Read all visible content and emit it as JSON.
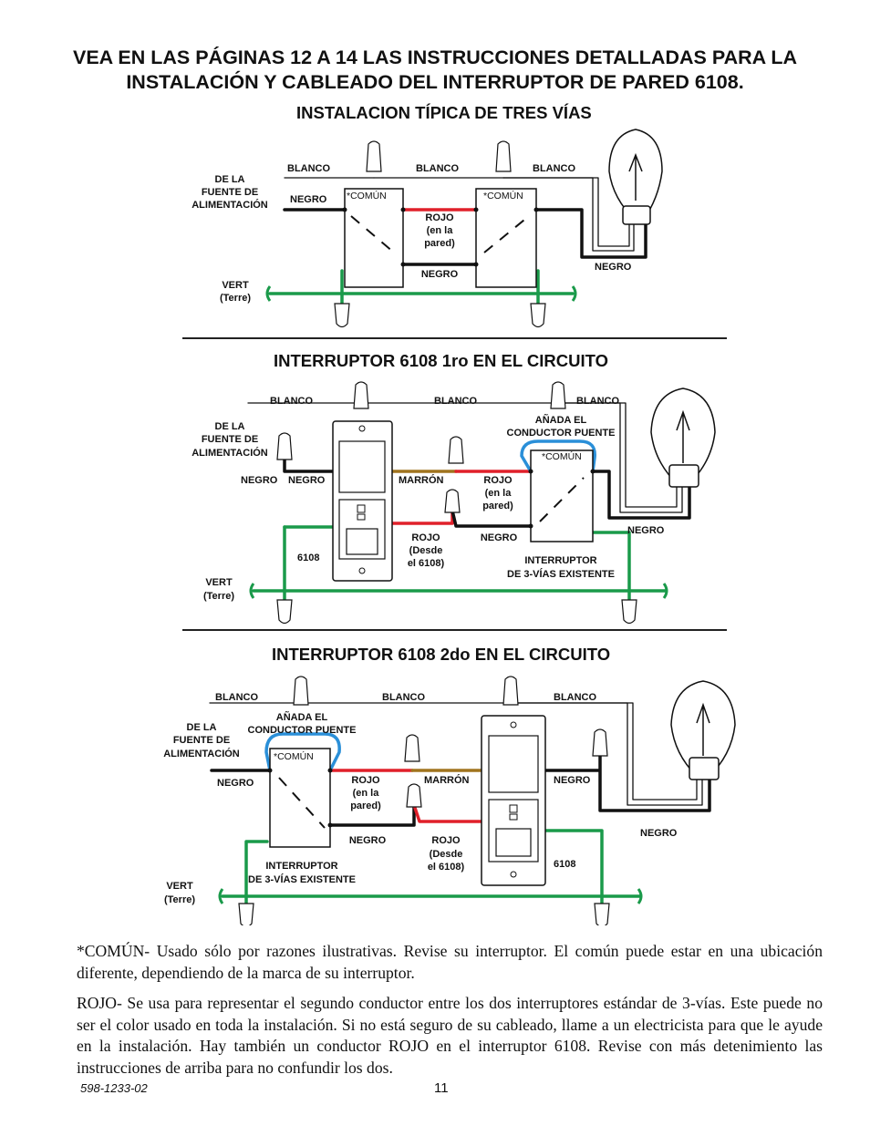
{
  "header": {
    "line1": "VEA EN LAS PÁGINAS 12 A 14 LAS INSTRUCCIONES DETALLADAS PARA LA",
    "line2": "INSTALACIÓN Y CABLEADO DEL INTERRUPTOR DE PARED 6108."
  },
  "diagram1": {
    "title": "INSTALACION TÍPICA DE TRES VÍAS",
    "source_line1": "DE LA",
    "source_line2": "FUENTE DE",
    "source_line3": "ALIMENTACIÓN",
    "blanco_1": "BLANCO",
    "blanco_2": "BLANCO",
    "blanco_3": "BLANCO",
    "negro_in": "NEGRO",
    "comun_1": "*COMÚN",
    "comun_2": "*COMÚN",
    "rojo_line1": "ROJO",
    "rojo_line2": "(en la",
    "rojo_line3": "pared)",
    "negro_mid": "NEGRO",
    "negro_lamp": "NEGRO",
    "vert_line1": "VERT",
    "vert_line2": "(Terre)"
  },
  "diagram2": {
    "title": "INTERRUPTOR 6108 1ro EN EL CIRCUITO",
    "blanco_1": "BLANCO",
    "blanco_2": "BLANCO",
    "blanco_3": "BLANCO",
    "source_line1": "DE LA",
    "source_line2": "FUENTE DE",
    "source_line3": "ALIMENTACIÓN",
    "jumper_line1": "AÑADA EL",
    "jumper_line2": "CONDUCTOR PUENTE",
    "comun": "*COMÚN",
    "negro_a": "NEGRO",
    "negro_b": "NEGRO",
    "marron": "MARRÓN",
    "rojo_wall_line1": "ROJO",
    "rojo_wall_line2": "(en la",
    "rojo_wall_line3": "pared)",
    "rojo_6108_line1": "ROJO",
    "rojo_6108_line2": "(Desde",
    "rojo_6108_line3": "el 6108)",
    "negro_c": "NEGRO",
    "negro_lamp": "NEGRO",
    "model": "6108",
    "existing_line1": "INTERRUPTOR",
    "existing_line2": "DE 3-VÍAS EXISTENTE",
    "vert_line1": "VERT",
    "vert_line2": "(Terre)"
  },
  "diagram3": {
    "title": "INTERRUPTOR 6108 2do EN EL CIRCUITO",
    "blanco_1": "BLANCO",
    "blanco_2": "BLANCO",
    "blanco_3": "BLANCO",
    "jumper_line1": "AÑADA EL",
    "jumper_line2": "CONDUCTOR PUENTE",
    "source_line1": "DE LA",
    "source_line2": "FUENTE DE",
    "source_line3": "ALIMENTACIÓN",
    "comun": "*COMÚN",
    "negro_in": "NEGRO",
    "rojo_wall_line1": "ROJO",
    "rojo_wall_line2": "(en la",
    "rojo_wall_line3": "pared)",
    "marron": "MARRÓN",
    "negro_out": "NEGRO",
    "negro_mid": "NEGRO",
    "rojo_6108_line1": "ROJO",
    "rojo_6108_line2": "(Desde",
    "rojo_6108_line3": "el 6108)",
    "negro_lamp": "NEGRO",
    "model": "6108",
    "existing_line1": "INTERRUPTOR",
    "existing_line2": "DE 3-VÍAS EXISTENTE",
    "vert_line1": "VERT",
    "vert_line2": "(Terre)"
  },
  "notes": {
    "comun": "*COMÚN- Usado sólo por razones ilustrativas. Revise su interruptor. El común puede estar en una ubicación diferente, dependiendo de la marca de su interruptor.",
    "rojo": "ROJO- Se usa para representar el segundo conductor entre los dos interruptores estándar de 3-vías. Este puede no ser el color usado en toda la instalación. Si no está seguro de su cableado, llame a un electricista para que le ayude en la instalación. Hay también un conductor ROJO en el interruptor 6108. Revise con más detenimiento las instrucciones de arriba para no confundir los dos."
  },
  "footer": {
    "doc_number": "598-1233-02",
    "page_number": "11"
  },
  "colors": {
    "green": "#1a9a4a",
    "red": "#e0202a",
    "brown": "#a0741e",
    "blue": "#2a8fd8",
    "black": "#111111"
  }
}
